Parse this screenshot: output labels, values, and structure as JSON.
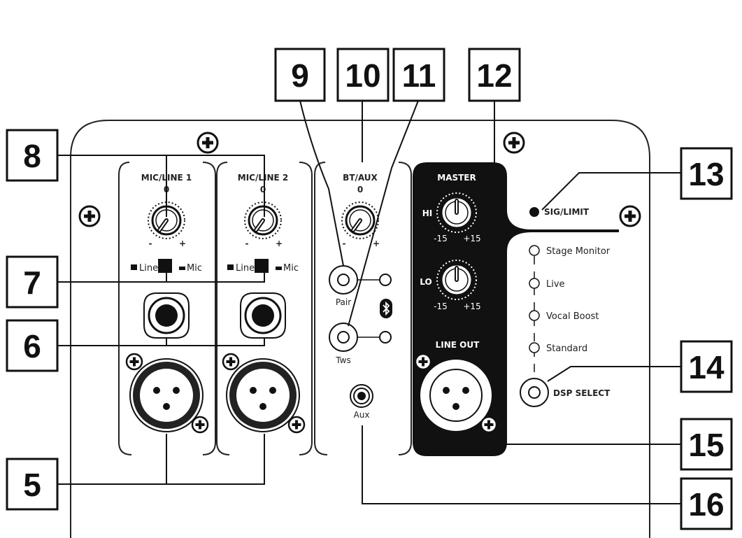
{
  "channels": {
    "mic_line_1": {
      "title": "MIC/LINE 1",
      "zero": "0",
      "minus": "-",
      "plus": "+",
      "line": "Line",
      "mic": "Mic"
    },
    "mic_line_2": {
      "title": "MIC/LINE 2",
      "zero": "0",
      "minus": "-",
      "plus": "+",
      "line": "Line",
      "mic": "Mic"
    },
    "bt_aux": {
      "title": "BT/AUX",
      "zero": "0",
      "minus": "-",
      "plus": "+",
      "pair": "Pair",
      "tws": "Tws",
      "aux": "Aux"
    }
  },
  "master": {
    "title": "MASTER",
    "hi": "HI",
    "lo": "LO",
    "hi_min": "-15",
    "hi_max": "+15",
    "lo_min": "-15",
    "lo_max": "+15",
    "line_out": "LINE OUT"
  },
  "indicators": {
    "sig_limit": "SIG/LIMIT",
    "dsp_select": "DSP SELECT"
  },
  "dsp_modes": [
    "Stage Monitor",
    "Live",
    "Vocal Boost",
    "Standard"
  ],
  "callouts": {
    "c5": "5",
    "c6": "6",
    "c7": "7",
    "c8": "8",
    "c9": "9",
    "c10": "10",
    "c11": "11",
    "c12": "12",
    "c13": "13",
    "c14": "14",
    "c15": "15",
    "c16": "16"
  }
}
